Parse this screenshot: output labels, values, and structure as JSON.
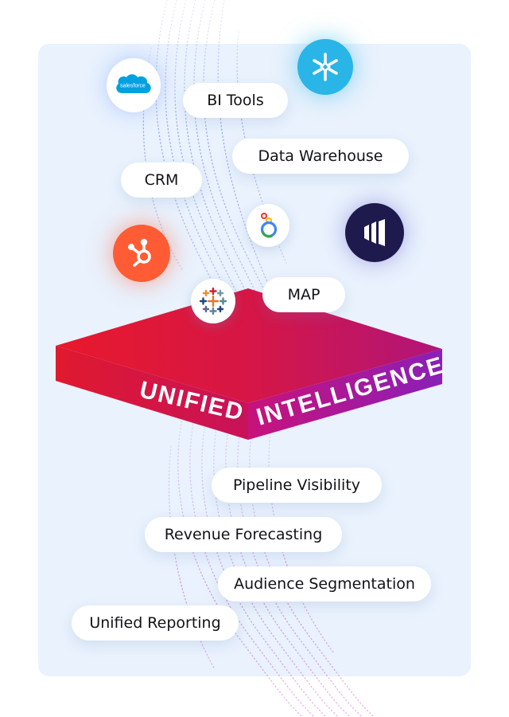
{
  "sources": {
    "bi_tools": "BI Tools",
    "data_warehouse": "Data Warehouse",
    "crm": "CRM",
    "map": "MAP",
    "salesforce_logo_text": "salesforce"
  },
  "platform": {
    "title": "UNIFIED INTELLIGENCE"
  },
  "outcomes": {
    "pipeline_visibility": "Pipeline Visibility",
    "revenue_forecasting": "Revenue Forecasting",
    "audience_segmentation": "Audience Segmentation",
    "unified_reporting": "Unified Reporting"
  },
  "icons": [
    "salesforce-icon",
    "snowflake-icon",
    "hubspot-icon",
    "looker-icon",
    "marketo-icon",
    "tableau-icon"
  ],
  "colors": {
    "panel_bg": "#e9f2fd",
    "platform_red": "#e8192c",
    "platform_magenta": "#b0157a",
    "platform_purple": "#8a1fb8",
    "hubspot": "#ff5c35",
    "snowflake": "#29b5e8",
    "salesforce": "#00a1e0",
    "marketo": "#1f1a4d"
  }
}
